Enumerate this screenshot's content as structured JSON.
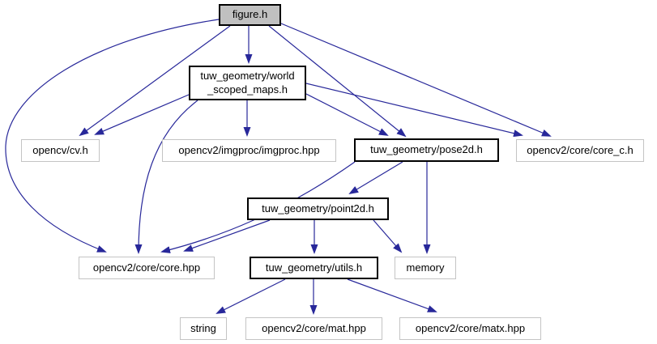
{
  "diagram": {
    "type": "include-dependency-graph",
    "colors": {
      "edge": "#28289a",
      "root_fill": "#c0c0c0",
      "node_fill": "#ffffff",
      "documented_border": "#000000",
      "external_border": "#c4c4c4",
      "text": "#000000"
    },
    "nodes": {
      "figure": {
        "label": "figure.h"
      },
      "world_scoped_maps": {
        "label": "tuw_geometry/world\n_scoped_maps.h"
      },
      "cv": {
        "label": "opencv/cv.h"
      },
      "imgproc": {
        "label": "opencv2/imgproc/imgproc.hpp"
      },
      "pose2d": {
        "label": "tuw_geometry/pose2d.h"
      },
      "core_c": {
        "label": "opencv2/core/core_c.h"
      },
      "point2d": {
        "label": "tuw_geometry/point2d.h"
      },
      "core_hpp": {
        "label": "opencv2/core/core.hpp"
      },
      "utils": {
        "label": "tuw_geometry/utils.h"
      },
      "memory": {
        "label": "memory"
      },
      "string": {
        "label": "string"
      },
      "mat_hpp": {
        "label": "opencv2/core/mat.hpp"
      },
      "matx_hpp": {
        "label": "opencv2/core/matx.hpp"
      }
    },
    "edges": [
      {
        "from": "figure.h",
        "to": "opencv/cv.h"
      },
      {
        "from": "figure.h",
        "to": "tuw_geometry/world_scoped_maps.h"
      },
      {
        "from": "figure.h",
        "to": "tuw_geometry/pose2d.h"
      },
      {
        "from": "figure.h",
        "to": "opencv2/core/core_c.h"
      },
      {
        "from": "figure.h",
        "to": "opencv2/core/core.hpp"
      },
      {
        "from": "tuw_geometry/world_scoped_maps.h",
        "to": "opencv/cv.h"
      },
      {
        "from": "tuw_geometry/world_scoped_maps.h",
        "to": "opencv2/imgproc/imgproc.hpp"
      },
      {
        "from": "tuw_geometry/world_scoped_maps.h",
        "to": "tuw_geometry/pose2d.h"
      },
      {
        "from": "tuw_geometry/world_scoped_maps.h",
        "to": "opencv2/core/core_c.h"
      },
      {
        "from": "tuw_geometry/world_scoped_maps.h",
        "to": "opencv2/core/core.hpp"
      },
      {
        "from": "tuw_geometry/pose2d.h",
        "to": "tuw_geometry/point2d.h"
      },
      {
        "from": "tuw_geometry/pose2d.h",
        "to": "memory"
      },
      {
        "from": "tuw_geometry/pose2d.h",
        "to": "opencv2/core/core.hpp"
      },
      {
        "from": "tuw_geometry/point2d.h",
        "to": "tuw_geometry/utils.h"
      },
      {
        "from": "tuw_geometry/point2d.h",
        "to": "memory"
      },
      {
        "from": "tuw_geometry/point2d.h",
        "to": "opencv2/core/core.hpp"
      },
      {
        "from": "tuw_geometry/utils.h",
        "to": "string"
      },
      {
        "from": "tuw_geometry/utils.h",
        "to": "opencv2/core/mat.hpp"
      },
      {
        "from": "tuw_geometry/utils.h",
        "to": "opencv2/core/matx.hpp"
      }
    ]
  }
}
